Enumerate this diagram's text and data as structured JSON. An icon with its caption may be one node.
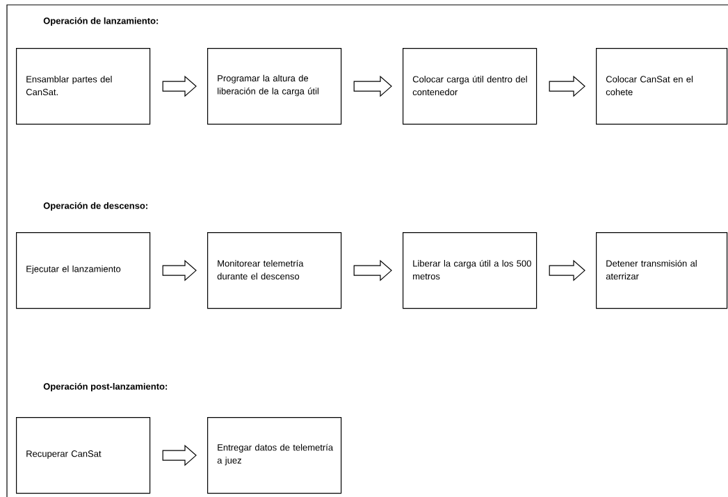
{
  "diagram": {
    "nodes": [
      {
        "text": [
          "Ensamblar partes del CanSat."
        ]
      },
      {
        "text": [
          "Programar la altura de liberación de la carga útil"
        ]
      },
      {
        "text": [
          "Colocar carga útil dentro del contenedor"
        ]
      },
      {
        "text": [
          "Colocar CanSat en el cohete"
        ]
      },
      {
        "text": [
          "Ejecutar el lanzamiento"
        ]
      },
      {
        "text": [
          "Monitorear telemetría durante el descenso"
        ]
      },
      {
        "text": [
          "Liberar la carga útil a los 500 metros"
        ]
      },
      {
        "text": [
          "Detener transmisión al aterrizar"
        ]
      },
      {
        "text": [
          "Recuperar CanSat"
        ]
      },
      {
        "text": [
          "Entregar datos de telemetría a juez"
        ]
      }
    ],
    "edges": [
      {
        "from": 0,
        "to": 1,
        "arrow": "to"
      },
      {
        "from": 1,
        "to": 2,
        "arrow": "to"
      },
      {
        "from": 2,
        "to": 3,
        "arrow": "to"
      },
      {
        "from": 4,
        "to": 5,
        "arrow": "to"
      },
      {
        "from": 5,
        "to": 6,
        "arrow": "to"
      },
      {
        "from": 6,
        "to": 7,
        "arrow": "to"
      },
      {
        "from": 8,
        "to": 9,
        "arrow": "to"
      }
    ],
    "labels": [
      "Operación de lanzamiento:",
      "Operación de descenso:",
      "Operación post-lanzamiento:"
    ]
  }
}
